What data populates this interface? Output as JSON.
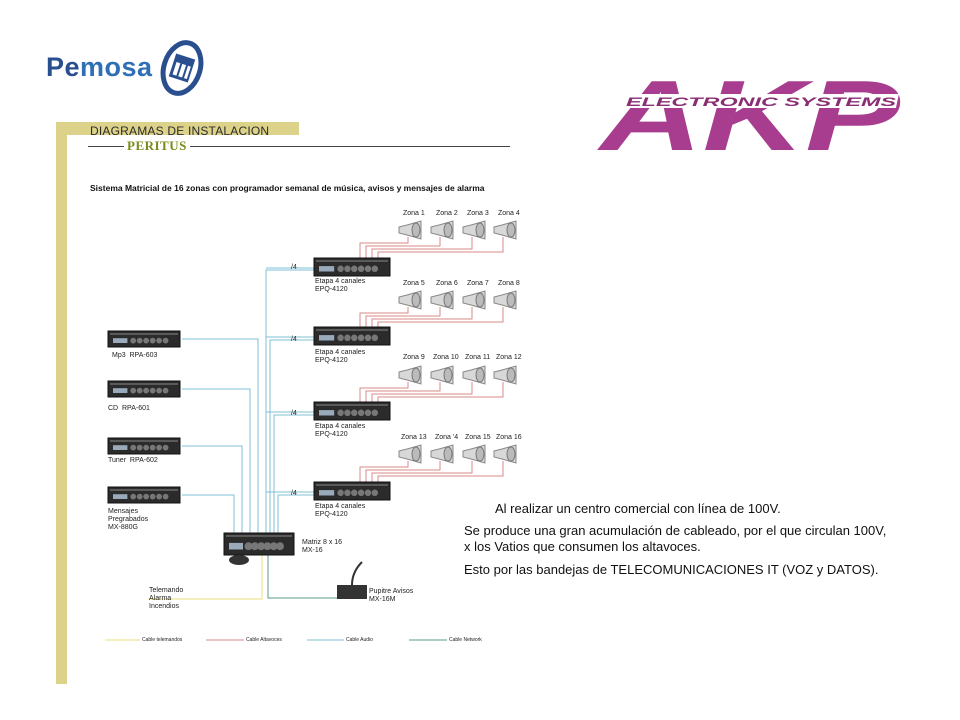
{
  "logos": {
    "pemosa_prefix": "Pe",
    "pemosa_suffix": "mosa",
    "akp_big": "AKP",
    "akp_subtitle": "ELECTRONIC SYSTEMS"
  },
  "header": {
    "section_title": "DIAGRAMAS DE INSTALACION",
    "peritus": "PERITUS",
    "system_title": "Sistema Matricial de 16 zonas con programador semanal de música, avisos y mensajes de alarma"
  },
  "sources": [
    {
      "label": "Mp3  RPA-603"
    },
    {
      "label": "CD  RPA-601"
    },
    {
      "label": "Tuner  RPA-602"
    },
    {
      "label": "Mensajes\nPregrabados\nMX-880G"
    }
  ],
  "amplifiers": [
    {
      "label": "Etapa 4 canales\nEPQ-4120",
      "bus": "/4",
      "zones": [
        "Zona 1",
        "Zona 2",
        "Zona 3",
        "Zona 4"
      ]
    },
    {
      "label": "Etapa 4 canales\nEPQ-4120",
      "bus": "/4",
      "zones": [
        "Zona 5",
        "Zona 6",
        "Zona 7",
        "Zona 8"
      ]
    },
    {
      "label": "Etapa 4 canales\nEPQ-4120",
      "bus": "/4",
      "zones": [
        "Zona 9",
        "Zona 10",
        "Zona 11",
        "Zona 12"
      ]
    },
    {
      "label": "Etapa 4 canales\nEPQ-4120",
      "bus": "/4",
      "zones": [
        "Zona 13",
        "Zona '4",
        "Zona 15",
        "Zona 16"
      ]
    }
  ],
  "matrix": {
    "label": "Matriz 8 x 16\nMX-16"
  },
  "console": {
    "label": "Pupitre Avisos\nMX-16M"
  },
  "remote": {
    "label": "Telemando\nAlarma\nIncendios"
  },
  "legend": [
    {
      "label": "Cable telemandos",
      "color": "#e8df7a"
    },
    {
      "label": "Cable Altavoces",
      "color": "#d98a8a"
    },
    {
      "label": "Cable Audio",
      "color": "#7fc0d6"
    },
    {
      "label": "Cable Network",
      "color": "#5a9a8a"
    }
  ],
  "notes": {
    "line1": "Al realizar un centro comercial con línea de 100V.",
    "line2": "Se produce una gran acumulación de cableado, por el que circulan 100V, x los Vatios que consumen los altavoces.",
    "line3": "Esto por las bandejas de TELECOMUNICACIONES IT (VOZ y DATOS)."
  }
}
